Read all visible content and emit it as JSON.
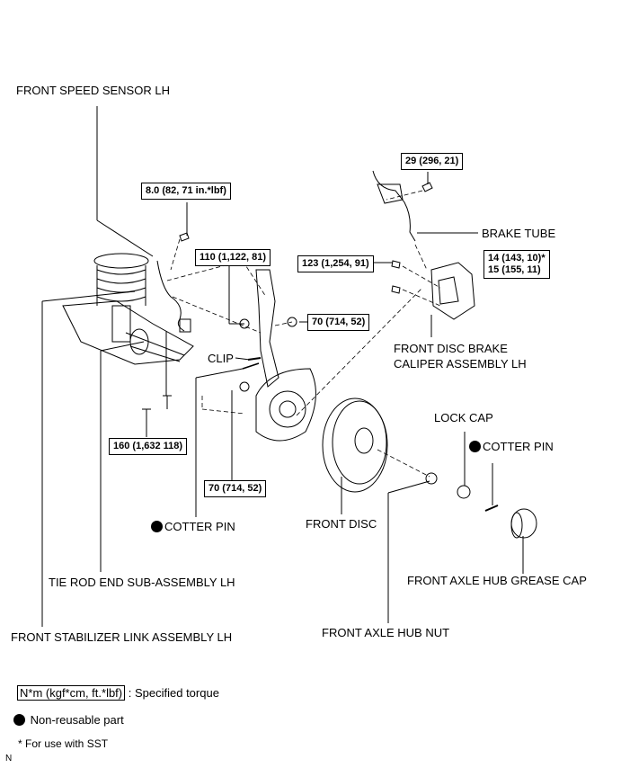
{
  "diagram": {
    "labels": {
      "front_speed_sensor": "FRONT SPEED SENSOR LH",
      "brake_tube": "BRAKE TUBE",
      "caliper_line1": "FRONT DISC BRAKE",
      "caliper_line2": "CALIPER ASSEMBLY LH",
      "clip": "CLIP",
      "lock_cap": "LOCK CAP",
      "cotter_pin_right": "COTTER PIN",
      "cotter_pin_left": "COTTER PIN",
      "front_disc": "FRONT DISC",
      "grease_cap": "FRONT AXLE HUB GREASE CAP",
      "tie_rod_end": "TIE ROD END SUB-ASSEMBLY LH",
      "hub_nut": "FRONT AXLE HUB NUT",
      "stabilizer_link": "FRONT STABILIZER LINK ASSEMBLY LH"
    },
    "torques": {
      "speed_sensor_bolt": "8.0 (82, 71 in.*lbf)",
      "brake_tube_bolt": "29 (296, 21)",
      "knuckle_nut": "110 (1,122, 81)",
      "caliper_bolt": "123 (1,254, 91)",
      "caliper_tube_line1": "14 (143, 10)*",
      "caliper_tube_line2": "15 (155, 11)",
      "stabilizer_nut": "70 (714, 52)",
      "lower_arm_bolt": "160 (1,632 118)",
      "tie_rod_nut": "70 (714, 52)"
    }
  },
  "legend": {
    "torque_unit": "N*m (kgf*cm, ft.*lbf)",
    "torque_desc": ": Specified torque",
    "non_reusable": "Non-reusable part",
    "sst_note": "* For use with SST",
    "corner_mark": "N"
  },
  "icons": {
    "non_reusable_marker": "filled-circle"
  }
}
